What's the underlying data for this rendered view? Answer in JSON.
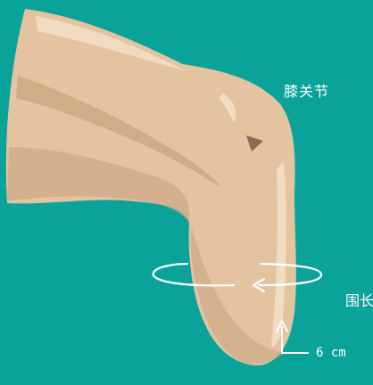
{
  "labels": {
    "knee": "膝关节",
    "circumference": "围长",
    "distance": "6 cm"
  },
  "colors": {
    "background": "#0aa39a",
    "skin": "#e3c3a0",
    "skin_shadow": "#c9a482",
    "skin_highlight": "#f3e0c8",
    "annotation": "#ffffff"
  }
}
